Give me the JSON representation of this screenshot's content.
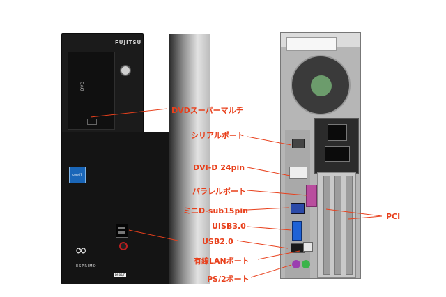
{
  "front": {
    "brand": "FUJITSU",
    "drive_logo": "DVD",
    "esprimo": "ESPRIMO",
    "logo_glyph": "∞",
    "badge_text": "core i7",
    "model_tag": "D583/F"
  },
  "labels": [
    {
      "id": "dvd",
      "text": "DVDスーパーマルチ"
    },
    {
      "id": "serial",
      "text": "シリアルポート"
    },
    {
      "id": "dvi",
      "text": "DVI-D 24pin"
    },
    {
      "id": "parallel",
      "text": "パラレルポート"
    },
    {
      "id": "vga",
      "text": "ミニD-sub15pin"
    },
    {
      "id": "usb3",
      "text": "UISB3.0"
    },
    {
      "id": "usb2",
      "text": "USB2.0"
    },
    {
      "id": "lan",
      "text": "有線LANポート"
    },
    {
      "id": "ps2",
      "text": "PS/2ポート"
    },
    {
      "id": "pci",
      "text": "PCI"
    }
  ],
  "colors": {
    "label": "#e8401c",
    "line": "#e8401c"
  }
}
